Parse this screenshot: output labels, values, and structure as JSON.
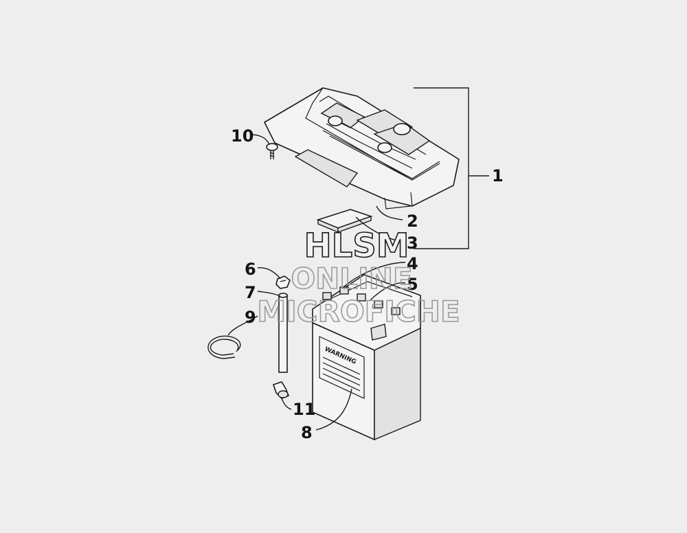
{
  "callouts": {
    "c1": "1",
    "c2": "2",
    "c3": "3",
    "c4": "4",
    "c5": "5",
    "c6": "6",
    "c7": "7",
    "c8": "8",
    "c9": "9",
    "c10": "10",
    "c11": "11"
  },
  "watermark": {
    "line1": "HLSM",
    "line2": "ONLINE",
    "line3": "MICROFICHE"
  },
  "battery_label": {
    "heading": "WARNING"
  }
}
